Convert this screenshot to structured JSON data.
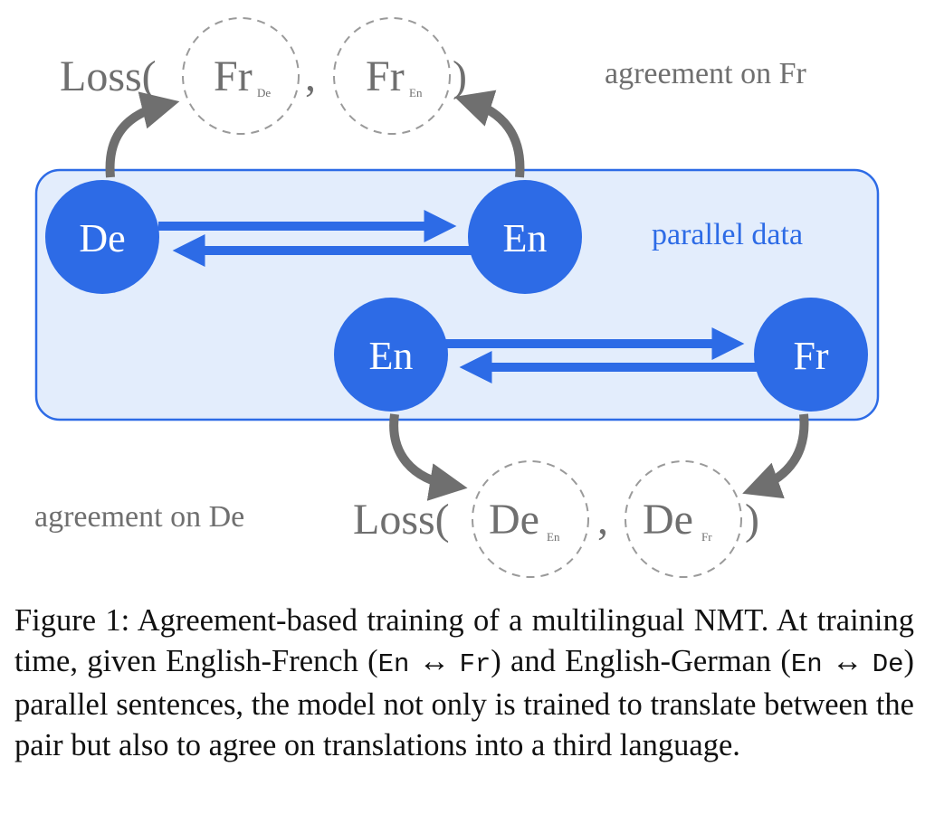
{
  "diagram": {
    "parallel_label": "parallel data",
    "top_agreement": "agreement on Fr",
    "bottom_agreement": "agreement on De",
    "nodes": {
      "de": "De",
      "en_top": "En",
      "en_bottom": "En",
      "fr": "Fr"
    },
    "top_loss": {
      "loss": "Loss(",
      "comma": ",",
      "close": ")",
      "first": {
        "main": "Fr",
        "sub": "De"
      },
      "second": {
        "main": "Fr",
        "sub": "En"
      }
    },
    "bottom_loss": {
      "loss": "Loss(",
      "comma": ",",
      "close": ")",
      "first": {
        "main": "De",
        "sub": "En"
      },
      "second": {
        "main": "De",
        "sub": "Fr"
      }
    }
  },
  "caption": {
    "label": "Figure 1",
    "text1": ": Agreement-based training of a multilingual NMT. At training time, given English-French (",
    "pair1_a": "En",
    "pair1_arrow": "↔",
    "pair1_b": "Fr",
    "text2": ") and English-German (",
    "pair2_a": "En",
    "pair2_arrow": "↔",
    "pair2_b": "De",
    "text3": ") parallel sentences, the model not only is trained to translate between the pair but also to agree on translations into a third language."
  },
  "colors": {
    "node_blue": "#2d6be6",
    "panel_fill": "#e3edfc",
    "panel_border": "#2d6be6",
    "gray": "#6f6f6f"
  }
}
